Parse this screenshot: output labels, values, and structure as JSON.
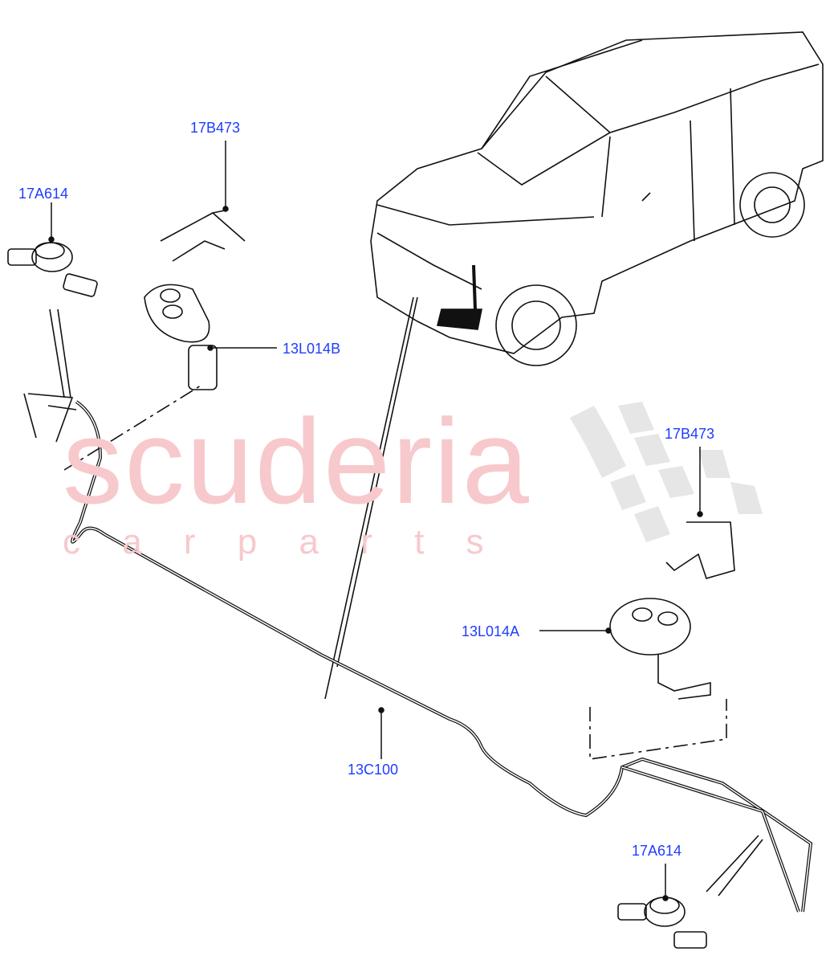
{
  "watermark": {
    "brand": "scuderia",
    "tagline": "c a r   p a r t s",
    "color": "#f5c0c4"
  },
  "label_color": "#1f3dff",
  "callouts": [
    {
      "id": "clip-top",
      "part_number": "17B473"
    },
    {
      "id": "connector-top-left",
      "part_number": "17A614"
    },
    {
      "id": "jet-left",
      "part_number": "13L014B"
    },
    {
      "id": "clip-right",
      "part_number": "17B473"
    },
    {
      "id": "jet-right",
      "part_number": "13L014A"
    },
    {
      "id": "hose",
      "part_number": "13C100"
    },
    {
      "id": "connector-bottom",
      "part_number": "17A614"
    }
  ]
}
